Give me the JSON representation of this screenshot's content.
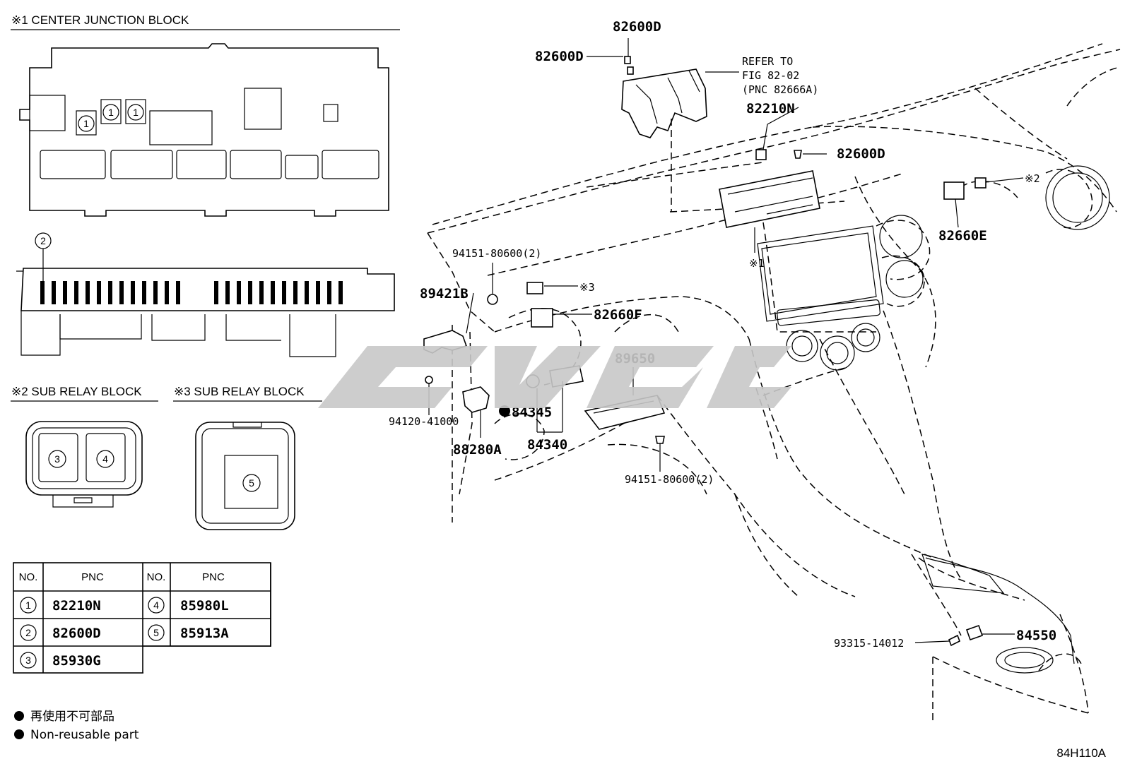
{
  "sections": {
    "center_junction_block": "※1 CENTER JUNCTION BLOCK",
    "sub_relay_block_2": "※2 SUB RELAY BLOCK",
    "sub_relay_block_3": "※3 SUB RELAY BLOCK"
  },
  "circle_marks": {
    "one": "1",
    "two": "2",
    "three": "3",
    "four": "4",
    "five": "5"
  },
  "callouts": {
    "c82600D_top": "82600D",
    "c82600D_left": "82600D",
    "refer_line1": "REFER TO",
    "refer_line2": "FIG 82-02",
    "refer_line3": "(PNC 82666A)",
    "c82210N": "82210N",
    "c82600D_right": "82600D",
    "ref_mark2": "※2",
    "c82660E": "82660E",
    "ref_mark1": "※1",
    "c94151_top": "94151-80600(2)",
    "ref_mark3": "※3",
    "c89421B": "89421B",
    "c82660F": "82660F",
    "c89650": "89650",
    "c94120": "94120-41000",
    "c84345": "84345",
    "c88280A": "88280A",
    "c84340": "84340",
    "c94151_bottom": "94151-80600(2)",
    "c93315": "93315-14012",
    "c84550": "84550"
  },
  "pnc_table": {
    "headers": [
      "NO.",
      "PNC",
      "NO.",
      "PNC"
    ],
    "rows": [
      {
        "no": "1",
        "pnc": "82210N",
        "no2": "4",
        "pnc2": "85980L"
      },
      {
        "no": "2",
        "pnc": "82600D",
        "no2": "5",
        "pnc2": "85913A"
      },
      {
        "no": "3",
        "pnc": "85930G",
        "no2": "",
        "pnc2": ""
      }
    ]
  },
  "legend": {
    "line_jp": "再使用不可部品",
    "line_en": "Non-reusable part"
  },
  "figure_code": "84H110A",
  "colors": {
    "line": "#000000",
    "watermark": "#c8c8c8"
  }
}
